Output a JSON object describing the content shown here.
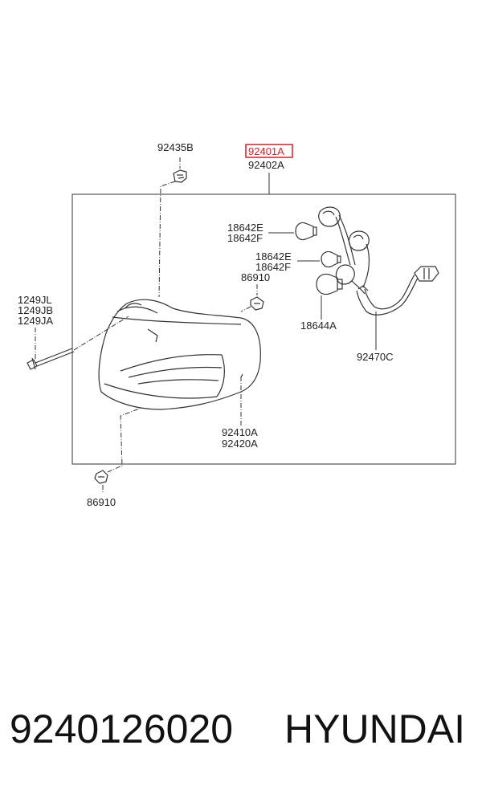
{
  "diagram": {
    "highlighted_part": "92401A",
    "labels": {
      "p92435B": "92435B",
      "p92401A": "92401A",
      "p92402A": "92402A",
      "p18642E_1": "18642E",
      "p18642F_1": "18642F",
      "p18642E_2": "18642E",
      "p18642F_2": "18642F",
      "p86910_top": "86910",
      "p18644A": "18644A",
      "p92470C": "92470C",
      "p1249JL": "1249JL",
      "p1249JB": "1249JB",
      "p1249JA": "1249JA",
      "p92410A": "92410A",
      "p92420A": "92420A",
      "p86910_bottom": "86910"
    },
    "highlight_color": "#d0202a"
  },
  "footer": {
    "part_number": "9240126020",
    "brand": "HYUNDAI"
  }
}
